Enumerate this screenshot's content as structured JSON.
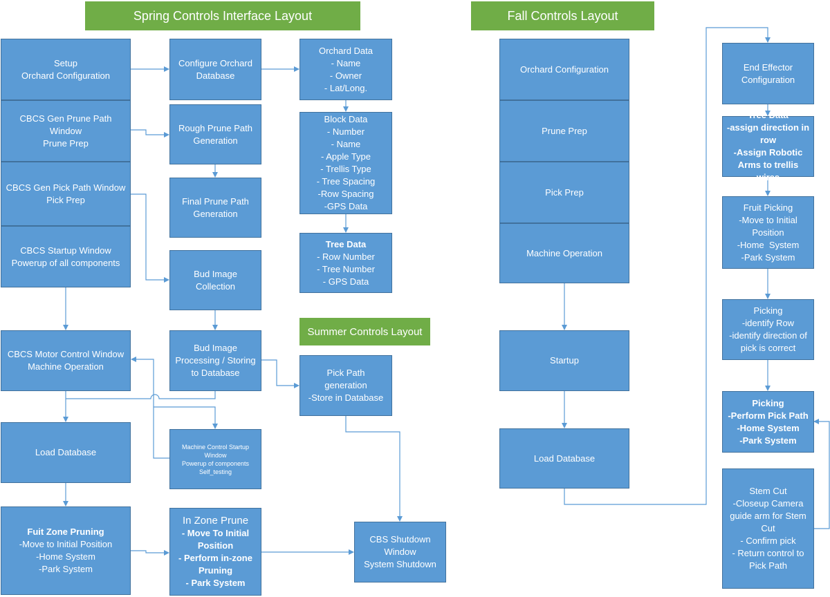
{
  "headers": {
    "spring": "Spring Controls Interface Layout",
    "fall": "Fall Controls Layout",
    "summer": "Summer Controls Layout"
  },
  "spring": {
    "setup": [
      "Setup",
      "Orchard Configuration"
    ],
    "gen_prune": [
      "CBCS Gen Prune Path",
      "Window",
      "Prune Prep"
    ],
    "gen_pick": [
      "CBCS Gen Pick Path Window",
      "Pick Prep"
    ],
    "startup": [
      "CBCS Startup Window",
      "Powerup of all components"
    ],
    "motor": [
      "CBCS Motor Control Window",
      "Machine Operation"
    ],
    "load_db": [
      "Load Database"
    ],
    "fruit_zone": [
      "Fuit Zone Pruning",
      "-Move to Initial Position",
      "-Home System",
      "-Park System"
    ],
    "config_db": [
      "Configure Orchard",
      "Database"
    ],
    "rough_prune": [
      "Rough Prune Path",
      "Generation"
    ],
    "final_prune": [
      "Final Prune Path",
      "Generation"
    ],
    "bud_collect": [
      "Bud Image",
      "Collection"
    ],
    "bud_process": [
      "Bud Image",
      "Processing / Storing",
      "to Database"
    ],
    "machine_startup": [
      "Machine Control Startup",
      "Window",
      "Powerup of components",
      "Self_testing"
    ],
    "in_zone": [
      "In Zone Prune",
      "- Move To Initial",
      "Position",
      "- Perform in-zone",
      "Pruning",
      "- Park System"
    ],
    "orchard_data": [
      "Orchard Data",
      "- Name",
      "- Owner",
      "- Lat/Long."
    ],
    "block_data": [
      "Block Data",
      "- Number",
      "- Name",
      "- Apple Type",
      "- Trellis Type",
      "- Tree Spacing",
      "-Row Spacing",
      "-GPS Data"
    ],
    "tree_data": [
      "Tree Data",
      "- Row Number",
      "- Tree Number",
      "- GPS Data"
    ]
  },
  "summer": {
    "pick_path": [
      "Pick Path",
      "generation",
      "-Store in Database"
    ],
    "shutdown": [
      "CBS Shutdown",
      "Window",
      "System Shutdown"
    ]
  },
  "fall": {
    "orchard_config": [
      "Orchard Configuration"
    ],
    "prune_prep": [
      "Prune Prep"
    ],
    "pick_prep": [
      "Pick Prep"
    ],
    "machine_op": [
      "Machine Operation"
    ],
    "startup": [
      "Startup"
    ],
    "load_db": [
      "Load Database"
    ],
    "end_effector": [
      "End Effector",
      "Configuration"
    ],
    "tree_data": [
      "Tree Data",
      "-assign direction in",
      "row",
      "-Assign Robotic",
      "Arms to trellis wires"
    ],
    "fruit_picking": [
      "Fruit Picking",
      "-Move to Initial",
      "Position",
      "-Home  System",
      "-Park System"
    ],
    "picking1": [
      "Picking",
      "-identify Row",
      "-identify direction of",
      "pick is correct"
    ],
    "picking2": [
      "Picking",
      "-Perform Pick Path",
      "-Home System",
      "-Park System"
    ],
    "stem_cut": [
      "Stem Cut",
      "-Closeup Camera",
      "guide arm for Stem",
      "Cut",
      "- Confirm pick",
      "- Return control to",
      "Pick Path"
    ]
  },
  "colors": {
    "box": "#5b9bd5",
    "box_border": "#41719c",
    "header": "#70ad47",
    "connector": "#5b9bd5"
  }
}
